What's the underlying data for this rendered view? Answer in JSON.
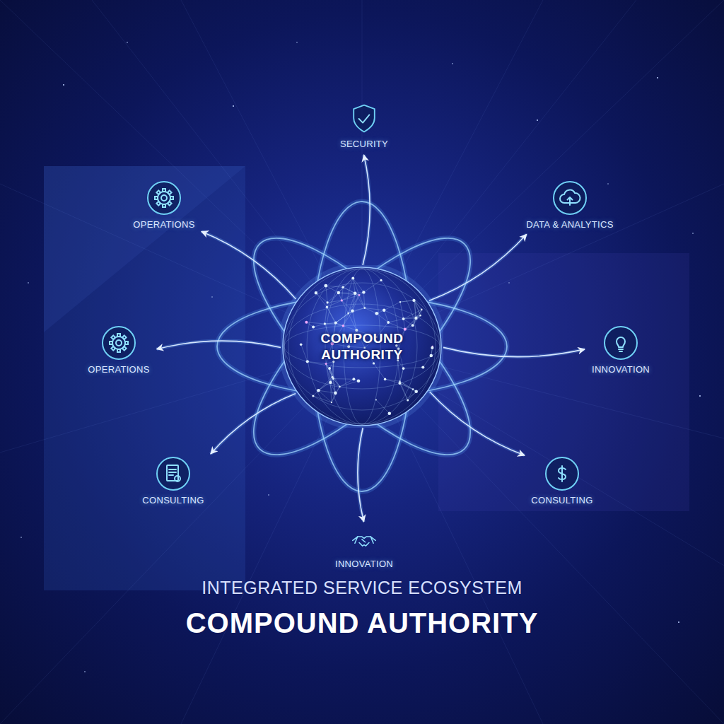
{
  "diagram": {
    "title": "COMPOUND AUTHORITY",
    "nodes": [
      {
        "text": [
          "SECURITY"
        ]
      },
      {
        "text": [
          "OPERATIONS"
        ]
      },
      {
        "text": [
          "DATA & ANALYTICS"
        ]
      },
      {
        "text": [
          "OPERATIONS"
        ]
      },
      {
        "text": [
          "COMPOUND AUTHORITY"
        ]
      },
      {
        "text": [
          "INNOVATION"
        ]
      },
      {
        "text": [
          "CONSULTING"
        ]
      },
      {
        "text": [
          "CONSULTING"
        ]
      },
      {
        "text": [
          "INNOVATION"
        ]
      }
    ],
    "edges": [
      {
        "from": 4,
        "to": 0,
        "arrow": "to"
      },
      {
        "from": 4,
        "to": 1,
        "arrow": "to"
      },
      {
        "from": 4,
        "to": 2,
        "arrow": "to"
      },
      {
        "from": 4,
        "to": 3,
        "arrow": "to"
      },
      {
        "from": 4,
        "to": 5,
        "arrow": "to"
      },
      {
        "from": 4,
        "to": 6,
        "arrow": "to"
      },
      {
        "from": 4,
        "to": 7,
        "arrow": "to"
      },
      {
        "from": 4,
        "to": 8,
        "arrow": "to"
      }
    ],
    "labels": [
      "INTEGRATED SERVICE ECOSYSTEM"
    ]
  }
}
